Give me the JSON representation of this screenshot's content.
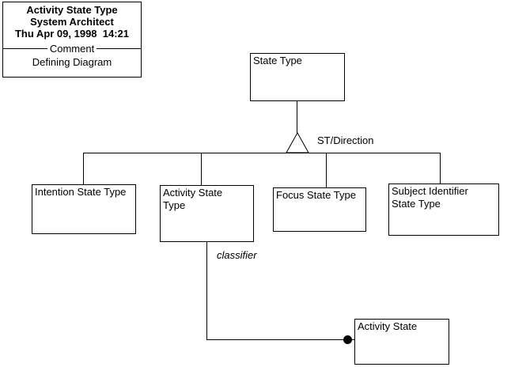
{
  "title_block": {
    "title": "Activity State Type",
    "tool": "System Architect",
    "timestamp": "Thu Apr 09, 1998  14:21",
    "section_label": "Comment",
    "comment": "Defining Diagram"
  },
  "nodes": {
    "state_type": {
      "label": "State Type"
    },
    "intention_state_type": {
      "label": "Intention State Type"
    },
    "activity_state_type": {
      "label": "Activity State\nType"
    },
    "focus_state_type": {
      "label": "Focus State Type"
    },
    "subject_identifier_state_type": {
      "label": "Subject Identifier\nState Type"
    },
    "activity_state": {
      "label": "Activity State"
    }
  },
  "connector_labels": {
    "subtype_discriminator": "ST/Direction",
    "classifier": "classifier"
  },
  "colors": {
    "line": "#000000",
    "text": "#000000",
    "background": "#ffffff"
  }
}
